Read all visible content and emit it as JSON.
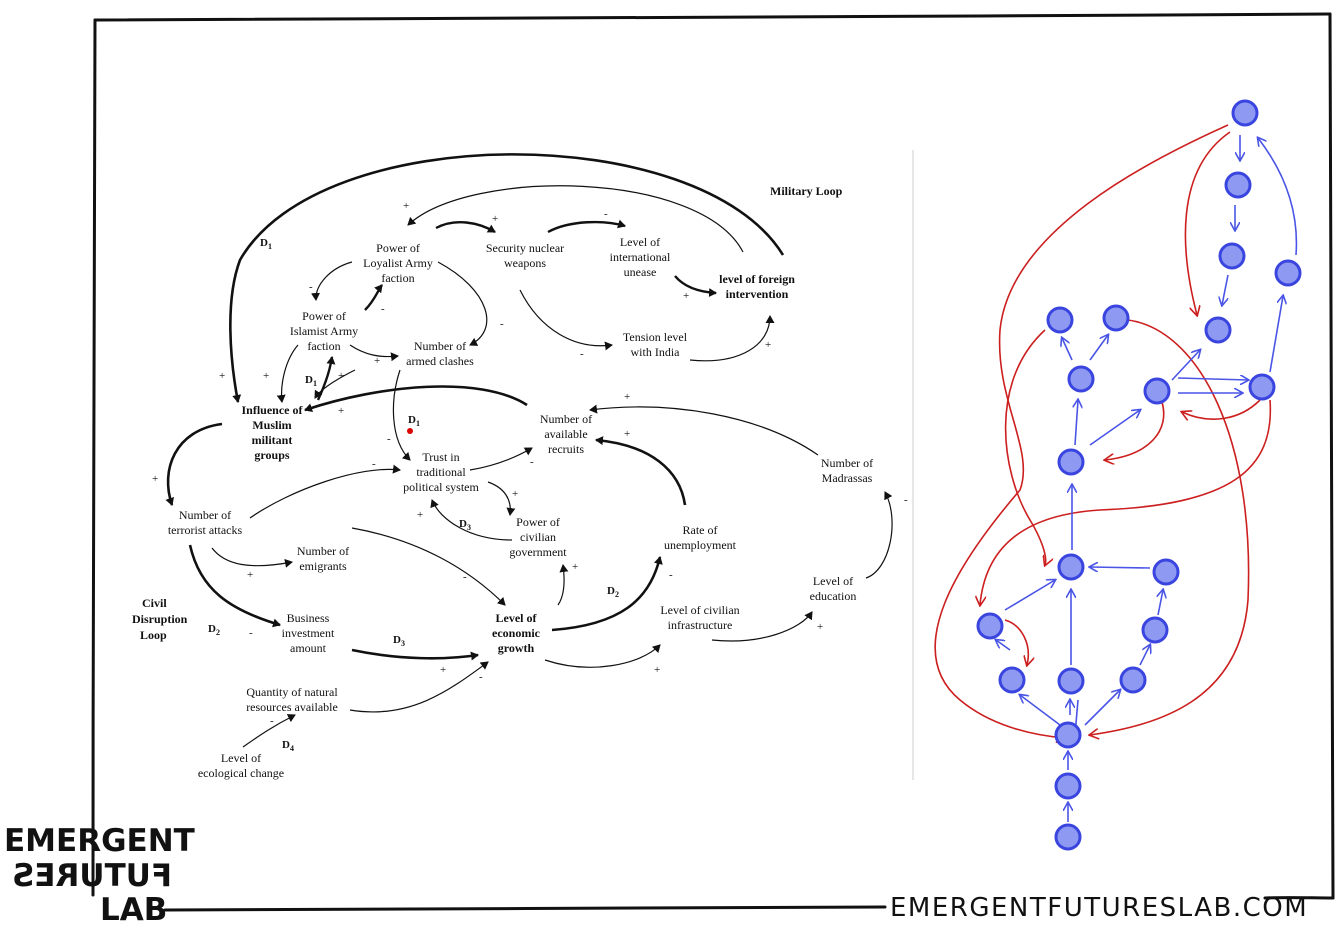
{
  "loop_titles": {
    "military": "Military Loop",
    "civil": [
      "Civil",
      "Disruption",
      "Loop"
    ]
  },
  "nodes": [
    {
      "id": "loyalist",
      "lines": [
        "Power of",
        "Loyalist Army",
        "faction"
      ],
      "bold": false
    },
    {
      "id": "islamist",
      "lines": [
        "Power of",
        "Islamist Army",
        "faction"
      ],
      "bold": false
    },
    {
      "id": "nuclear",
      "lines": [
        "Security nuclear",
        "weapons"
      ],
      "bold": false
    },
    {
      "id": "unease",
      "lines": [
        "Level of",
        "international",
        "unease"
      ],
      "bold": false
    },
    {
      "id": "foreign",
      "lines": [
        "level of foreign",
        "intervention"
      ],
      "bold": true
    },
    {
      "id": "tension",
      "lines": [
        "Tension level",
        "with India"
      ],
      "bold": false
    },
    {
      "id": "clashes",
      "lines": [
        "Number of",
        "armed clashes"
      ],
      "bold": false
    },
    {
      "id": "influence",
      "lines": [
        "Influence of",
        "Muslim",
        "militant",
        "groups"
      ],
      "bold": true
    },
    {
      "id": "recruits",
      "lines": [
        "Number of",
        "available",
        "recruits"
      ],
      "bold": false
    },
    {
      "id": "trust",
      "lines": [
        "Trust in",
        "traditional",
        "political system"
      ],
      "bold": false
    },
    {
      "id": "terror",
      "lines": [
        "Number of",
        "terrorist attacks"
      ],
      "bold": false
    },
    {
      "id": "emigrants",
      "lines": [
        "Number of",
        "emigrants"
      ],
      "bold": false
    },
    {
      "id": "civgov",
      "lines": [
        "Power of",
        "civilian",
        "government"
      ],
      "bold": false
    },
    {
      "id": "unemployment",
      "lines": [
        "Rate of",
        "unemployment"
      ],
      "bold": false
    },
    {
      "id": "madrassas",
      "lines": [
        "Number of",
        "Madrassas"
      ],
      "bold": false
    },
    {
      "id": "business",
      "lines": [
        "Business",
        "investment",
        "amount"
      ],
      "bold": false
    },
    {
      "id": "economic",
      "lines": [
        "Level of",
        "economic",
        "growth"
      ],
      "bold": true
    },
    {
      "id": "infrastructure",
      "lines": [
        "Level of civilian",
        "infrastructure"
      ],
      "bold": false
    },
    {
      "id": "education",
      "lines": [
        "Level of",
        "education"
      ],
      "bold": false
    },
    {
      "id": "resources",
      "lines": [
        "Quantity of natural",
        "resources available"
      ],
      "bold": false
    },
    {
      "id": "ecological",
      "lines": [
        "Level of",
        "ecological change"
      ],
      "bold": false
    }
  ],
  "delays": [
    {
      "id": "d1-top",
      "label": "D",
      "sub": "1"
    },
    {
      "id": "d1-mid",
      "label": "D",
      "sub": "1"
    },
    {
      "id": "d1-trust",
      "label": "D",
      "sub": "1"
    },
    {
      "id": "d2-left",
      "label": "D",
      "sub": "2"
    },
    {
      "id": "d2-right",
      "label": "D",
      "sub": "2"
    },
    {
      "id": "d3-civ",
      "label": "D",
      "sub": "3"
    },
    {
      "id": "d3-econ",
      "label": "D",
      "sub": "3"
    },
    {
      "id": "d4",
      "label": "D",
      "sub": "4"
    }
  ],
  "branding": {
    "logo_lines": [
      "EMERGENT",
      "FUTURES",
      "LAB"
    ],
    "url": "EMERGENTFUTURESLAB.COM"
  },
  "colors": {
    "frame": "#111111",
    "node_fill": "#8e9af2",
    "node_stroke": "#3a45e0",
    "blue_edge": "#4a55e6",
    "red_edge": "#cc1f1f",
    "marker": "#dd0000"
  }
}
